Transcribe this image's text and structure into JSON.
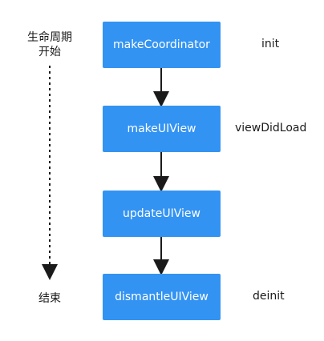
{
  "lifecycle": {
    "start_label_line1": "生命周期",
    "start_label_line2": "开始",
    "end_label": "结束"
  },
  "steps": [
    {
      "label": "makeCoordinator",
      "uikit_equivalent": "init"
    },
    {
      "label": "makeUIView",
      "uikit_equivalent": "viewDidLoad"
    },
    {
      "label": "updateUIView",
      "uikit_equivalent": ""
    },
    {
      "label": "dismantleUIView",
      "uikit_equivalent": "deinit"
    }
  ],
  "colors": {
    "box_fill": "#3393f2",
    "box_text": "#ffffff",
    "arrow": "#1a1a1a"
  }
}
